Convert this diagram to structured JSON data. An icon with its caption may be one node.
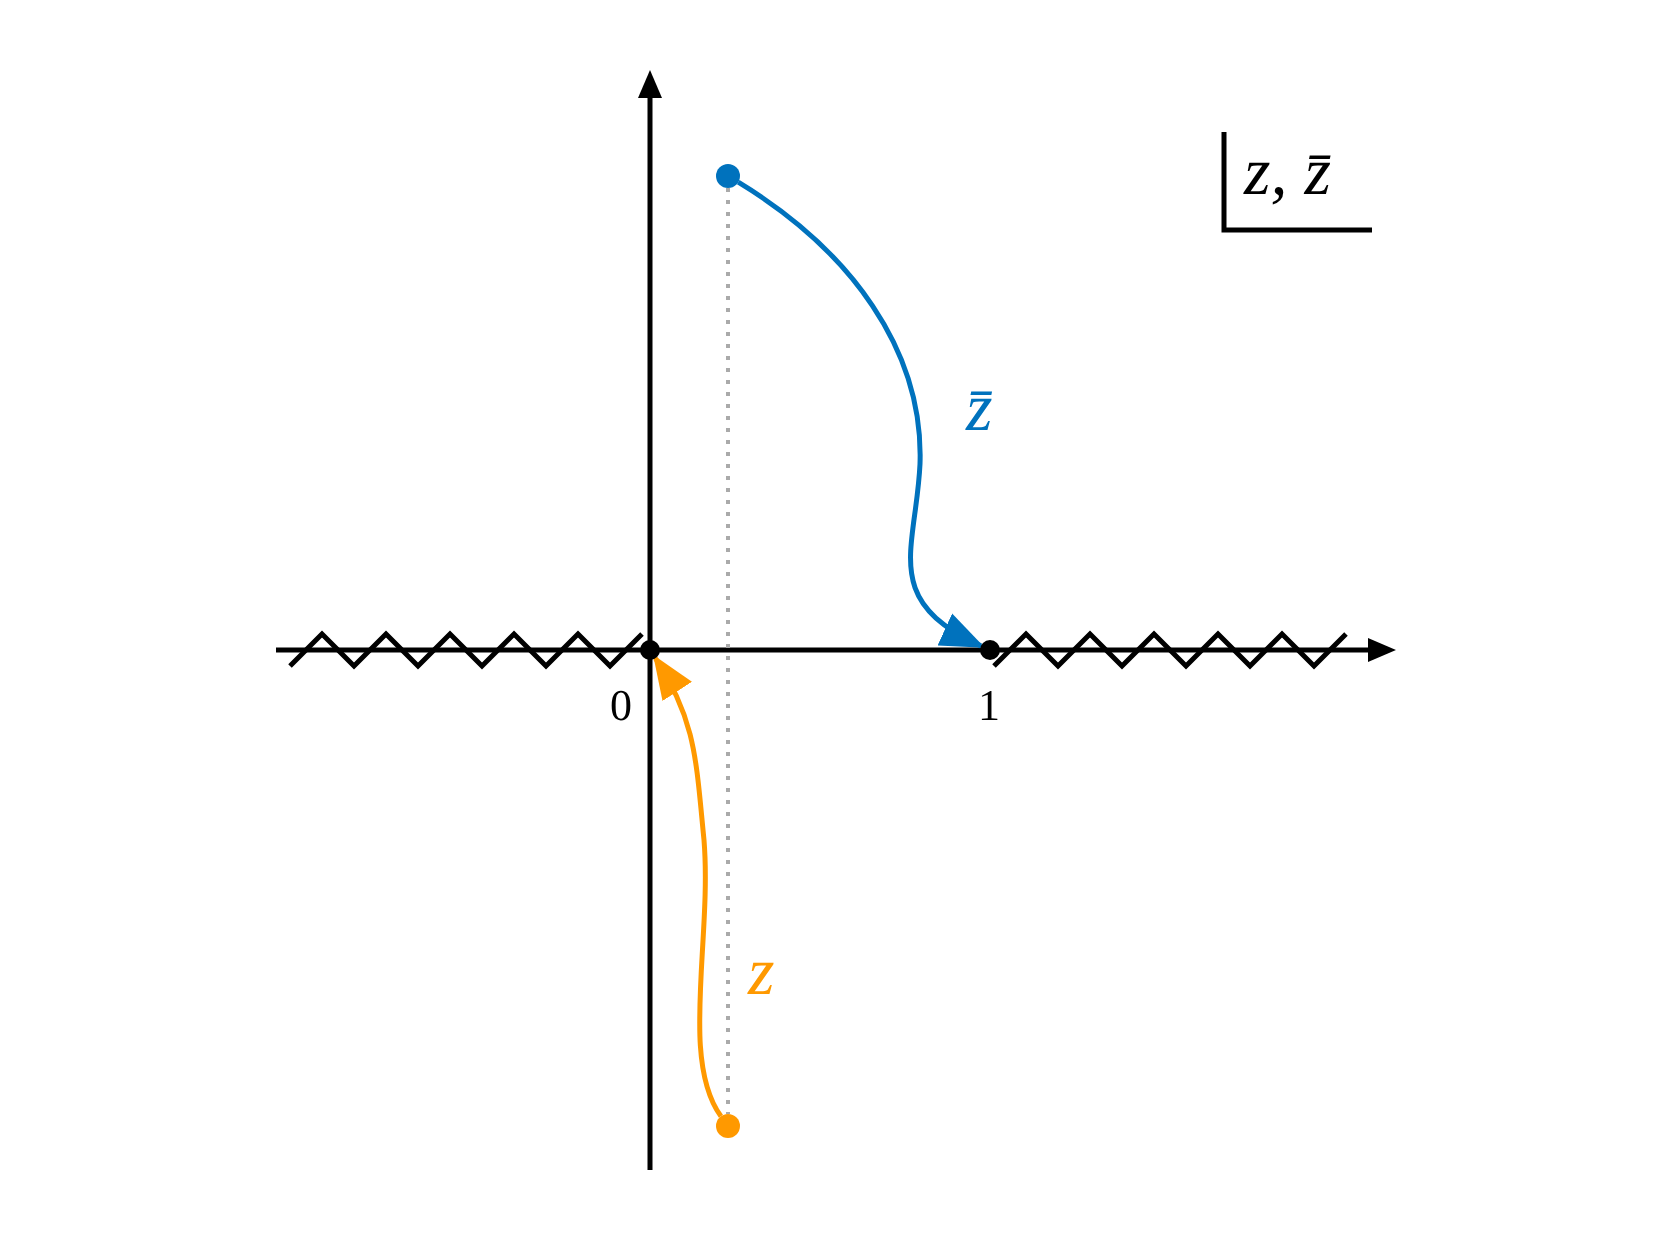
{
  "diagram": {
    "nodes": [
      {
        "text": [],
        "shape": "circle"
      },
      {
        "text": [],
        "shape": "circle",
        "beside": [
          "0"
        ]
      },
      {
        "text": [],
        "shape": "circle",
        "beside": [
          "1"
        ]
      },
      {
        "text": [],
        "shape": "circle"
      }
    ],
    "edges": [
      {
        "from": 0,
        "to": 2,
        "arrow": "to",
        "label": "z̄",
        "color": "#0072bd"
      },
      {
        "from": 3,
        "to": 1,
        "arrow": "to",
        "label": "z",
        "color": "#ff9900"
      },
      {
        "from": 0,
        "to": 3,
        "arrow": "none",
        "style": "dashed",
        "color": "#aaaaaa"
      }
    ],
    "labels": [
      "z, z̄"
    ]
  }
}
